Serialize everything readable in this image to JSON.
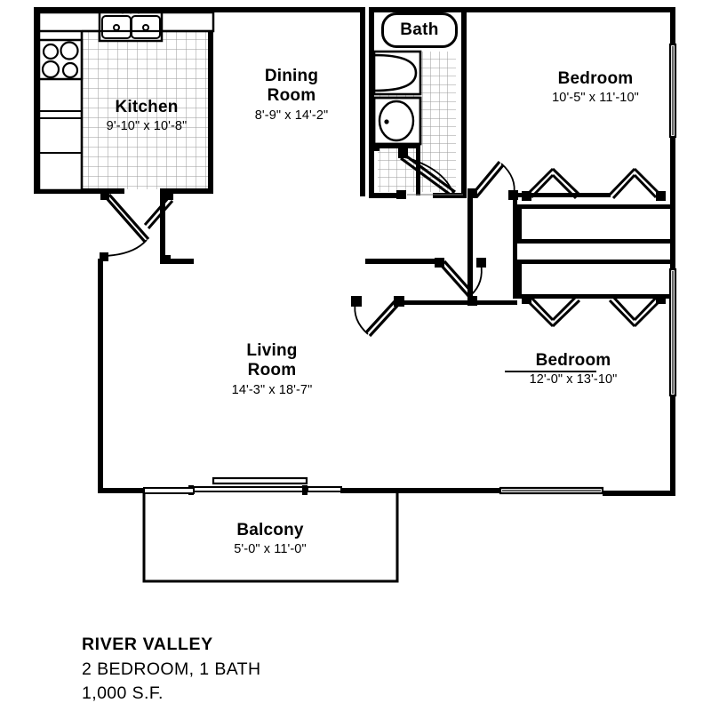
{
  "document": {
    "type": "apartment-floor-plan",
    "background_color": "#ffffff",
    "line_color": "#000000"
  },
  "title_block": {
    "name": "RIVER VALLEY",
    "configuration": "2 BEDROOM, 1 BATH",
    "area": "1,000 S.F."
  },
  "rooms": [
    {
      "key": "kitchen",
      "name": "Kitchen",
      "dimensions": "9'-10\" x 10'-8\"",
      "floor": "tile"
    },
    {
      "key": "dining_room",
      "name_line1": "Dining",
      "name_line2": "Room",
      "dimensions": "8'-9\" x 14'-2\"",
      "floor": "none"
    },
    {
      "key": "bath",
      "name": "Bath",
      "dimensions": "",
      "floor": "tile"
    },
    {
      "key": "bedroom_1",
      "name": "Bedroom",
      "dimensions": "10'-5\" x 11'-10\"",
      "floor": "none"
    },
    {
      "key": "bedroom_2",
      "name": "Bedroom",
      "dimensions": "12'-0\" x 13'-10\"",
      "floor": "none"
    },
    {
      "key": "living_room",
      "name_line1": "Living",
      "name_line2": "Room",
      "dimensions": "14'-3\" x 18'-7\"",
      "floor": "none"
    },
    {
      "key": "balcony",
      "name": "Balcony",
      "dimensions": "5'-0\" x 11'-0\"",
      "floor": "none"
    }
  ],
  "fixtures": [
    {
      "key": "kitchen-sink",
      "label": "double-basin-sink"
    },
    {
      "key": "kitchen-range",
      "label": "four-burner-range"
    },
    {
      "key": "kitchen-cabinets",
      "label": "base-cabinets"
    },
    {
      "key": "bath-tub",
      "label": "bathtub"
    },
    {
      "key": "bath-vanity",
      "label": "vanity-sink"
    }
  ],
  "openings": [
    {
      "key": "entry-door",
      "label": "entry-swing-door"
    },
    {
      "key": "coat-closet-door",
      "label": "closet-swing-door"
    },
    {
      "key": "bath-door",
      "label": "bath-swing-door"
    },
    {
      "key": "hall-door",
      "label": "hall-swing-door"
    },
    {
      "key": "bedroom1-door",
      "label": "bedroom-swing-door"
    },
    {
      "key": "bedroom2-door",
      "label": "bedroom-swing-door"
    },
    {
      "key": "closet-bifold-1",
      "label": "bifold-closet-door"
    },
    {
      "key": "closet-bifold-2",
      "label": "bifold-closet-door"
    },
    {
      "key": "closet-bifold-3",
      "label": "bifold-closet-door"
    },
    {
      "key": "closet-bifold-4",
      "label": "bifold-closet-door"
    },
    {
      "key": "patio-slider",
      "label": "sliding-glass-door"
    },
    {
      "key": "window-bedroom1-right",
      "label": "window"
    },
    {
      "key": "window-bedroom2-right",
      "label": "window"
    },
    {
      "key": "window-bedroom2-bottom",
      "label": "window"
    }
  ]
}
